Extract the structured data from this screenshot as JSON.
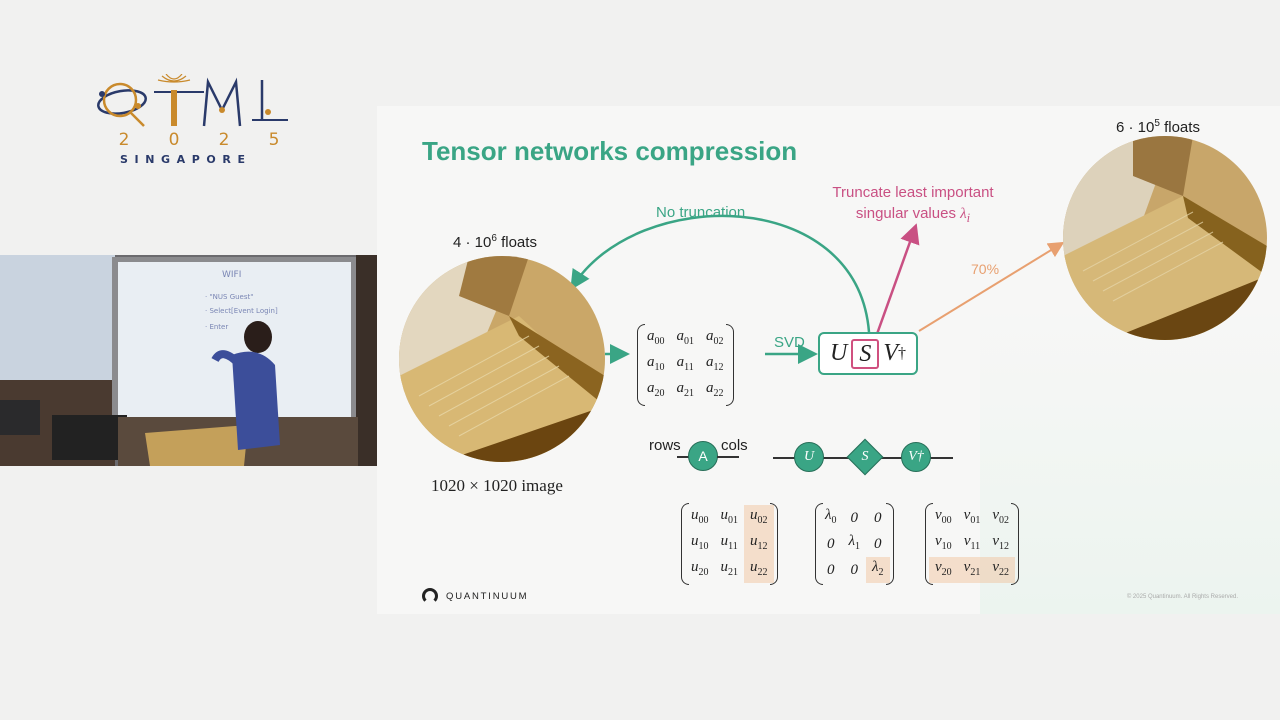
{
  "conference": {
    "year_digits": [
      "2",
      "0",
      "2",
      "5"
    ],
    "city": "SINGAPORE",
    "colors": {
      "gold": "#c98a2c",
      "navy": "#2a3a6a"
    }
  },
  "camera": {
    "icon": "speaker-video-feed"
  },
  "slide": {
    "title": "Tensor networks compression",
    "left_floats": {
      "prefix": "4 · 10",
      "exp": "6",
      "suffix": " floats"
    },
    "right_floats": {
      "prefix": "6 · 10",
      "exp": "5",
      "suffix": " floats"
    },
    "image_caption": "1020 × 1020 image",
    "no_truncation": "No truncation",
    "truncate_line1": "Truncate least important",
    "truncate_line2": "singular values ",
    "truncate_symbol": "λ",
    "truncate_sub": "i",
    "percent": "70%",
    "svd": "SVD",
    "usv": {
      "u": "U",
      "s": "S",
      "v": "V",
      "dagger": "†"
    },
    "network": {
      "rows": "rows",
      "cols": "cols",
      "a": "A",
      "u": "U",
      "s": "S",
      "v": "V†"
    },
    "footer_brand": "QUANTINUUM",
    "copyright": "© 2025 Quantinuum. All Rights Reserved.",
    "colors": {
      "accent": "#3aa585",
      "pink": "#c95083",
      "orange": "#e8a070"
    }
  }
}
